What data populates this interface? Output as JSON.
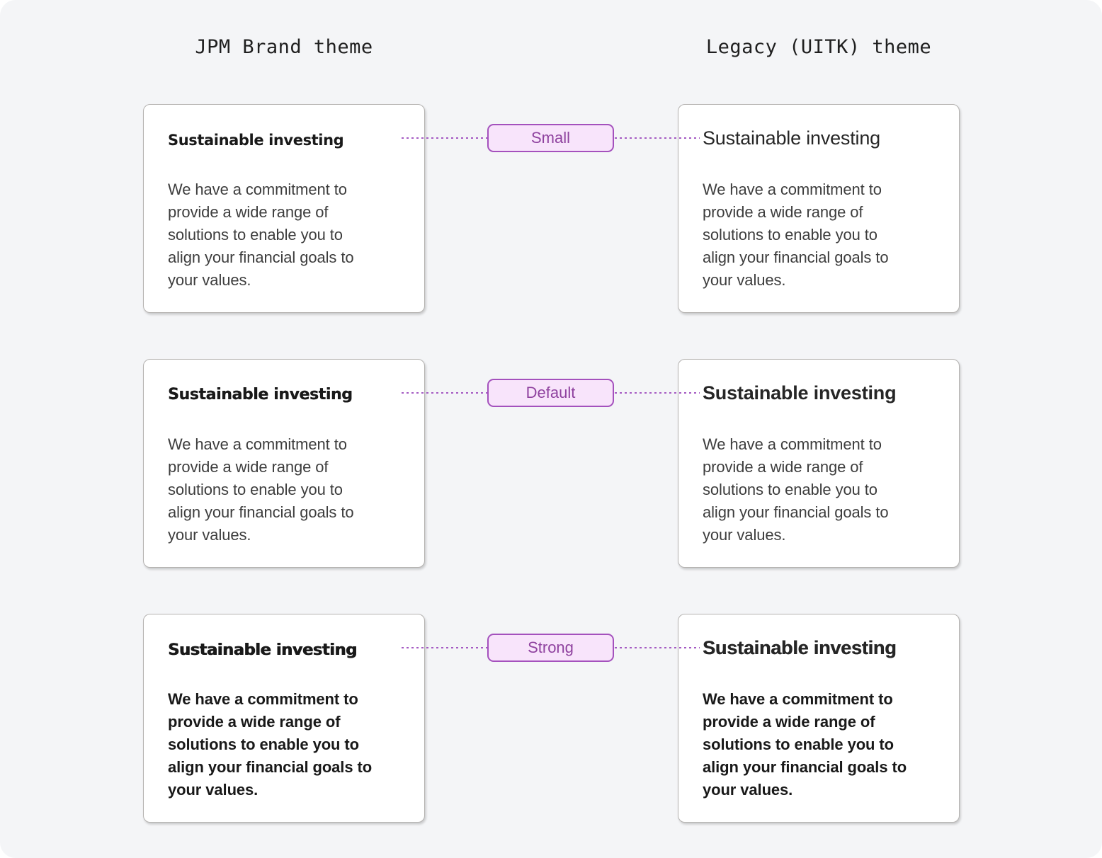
{
  "columns": {
    "left_title": "JPM Brand theme",
    "right_title": "Legacy (UITK) theme"
  },
  "variants": [
    {
      "label": "Small"
    },
    {
      "label": "Default"
    },
    {
      "label": "Strong"
    }
  ],
  "card": {
    "title": "Sustainable investing",
    "body_lines": [
      "We have a commitment to",
      "provide a wide range of",
      "solutions to enable you to",
      "align your financial goals to",
      "your values."
    ]
  },
  "colors": {
    "canvas_background": "#f4f5f7",
    "card_background": "#ffffff",
    "card_border": "#b5b3b1",
    "badge_background": "#f8e4fb",
    "badge_border": "#a451bd",
    "badge_text": "#8f429f",
    "connector_line": "#a55bc3",
    "heading_text": "#191919",
    "body_text": "#3d3d3d"
  }
}
